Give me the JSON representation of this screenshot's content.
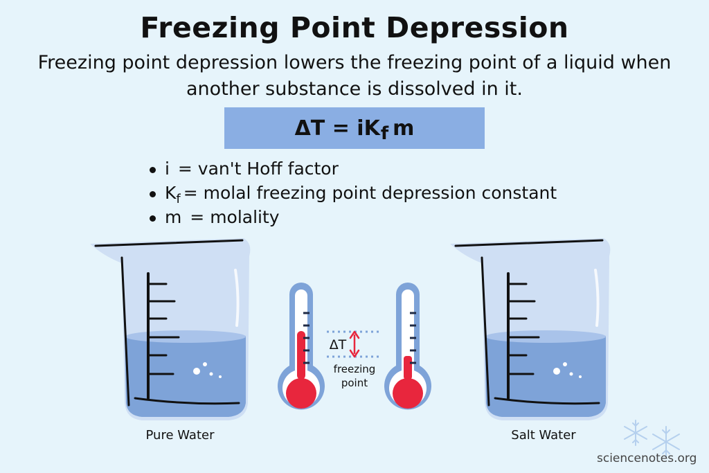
{
  "title": "Freezing Point Depression",
  "description": "Freezing point depression lowers the freezing point of a liquid when another substance is dissolved in it.",
  "formula": {
    "left": "ΔT = iK",
    "subscript": "f",
    "right": "m"
  },
  "legend": [
    {
      "symbol": "i",
      "symbol_sub": "",
      "text": " = van't Hoff factor"
    },
    {
      "symbol": "K",
      "symbol_sub": "f",
      "text": "= molal freezing point depression constant"
    },
    {
      "symbol": "m",
      "symbol_sub": "",
      "text": " = molality"
    }
  ],
  "beakers": [
    {
      "label": "Pure Water"
    },
    {
      "label": "Salt Water"
    }
  ],
  "delta_label": "ΔT",
  "freezing_label_1": "freezing",
  "freezing_label_2": "point",
  "watermark": "sciencenotes.org",
  "colors": {
    "background": "#e6f4fb",
    "formula_box": "#8aaee3",
    "beaker_glass": "#cfdff4",
    "water": "#7ea3d8",
    "thermometer_outline": "#7ea3d8",
    "mercury": "#e8263d",
    "arrow": "#e8263d"
  }
}
